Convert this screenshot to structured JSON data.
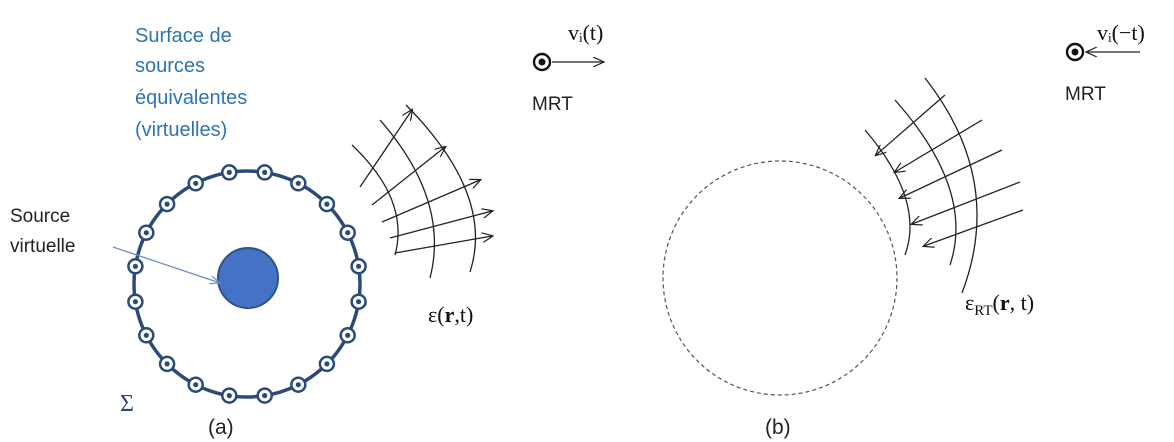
{
  "panel_a": {
    "surface_label_lines": [
      "Surface de",
      "sources",
      "équivalentes",
      "(virtuelles)"
    ],
    "source_label_lines": [
      "Source",
      "virtuelle"
    ],
    "sigma_label": "Σ",
    "field_label": {
      "main": "ε(",
      "bold": "r",
      "rest": ",t)"
    },
    "mrt_velocity": "vᵢ(t)",
    "mrt_label": "MRT",
    "caption": "(a)",
    "colors": {
      "surface": "#2a4a7a",
      "source_fill": "#4472c4",
      "source_stroke": "#2f528f",
      "text_blue": "#2e74b5"
    }
  },
  "panel_b": {
    "field_label": {
      "main": "ε",
      "sub": "RT",
      "open": "(",
      "bold": "r",
      "rest": ", t)"
    },
    "mrt_velocity": "vᵢ(−t)",
    "mrt_label": "MRT",
    "caption": "(b)"
  }
}
